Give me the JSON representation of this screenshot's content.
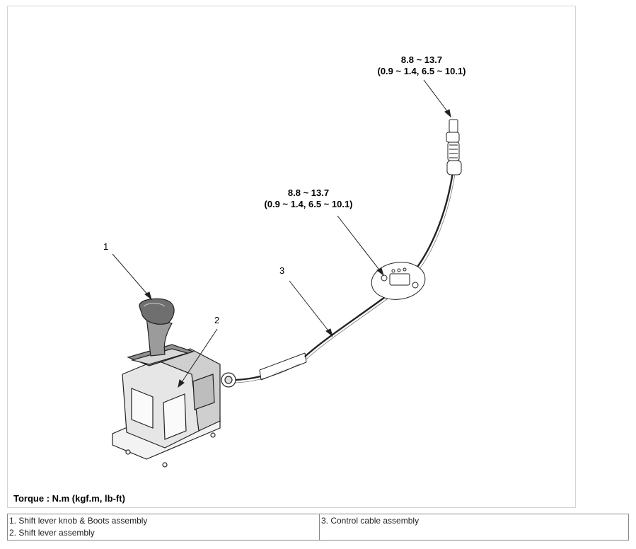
{
  "figure": {
    "torque_top": {
      "line1": "8.8 ~ 13.7",
      "line2": "(0.9 ~ 1.4, 6.5 ~ 10.1)"
    },
    "torque_mid": {
      "line1": "8.8 ~ 13.7",
      "line2": "(0.9 ~ 1.4, 6.5 ~ 10.1)"
    },
    "callouts": {
      "c1": "1",
      "c2": "2",
      "c3": "3"
    },
    "torque_note": "Torque : N.m (kgf.m, lb-ft)"
  },
  "legend": {
    "item1": "1. Shift lever knob & Boots assembly",
    "item2": "2. Shift lever assembly",
    "item3": "3. Control cable assembly"
  }
}
